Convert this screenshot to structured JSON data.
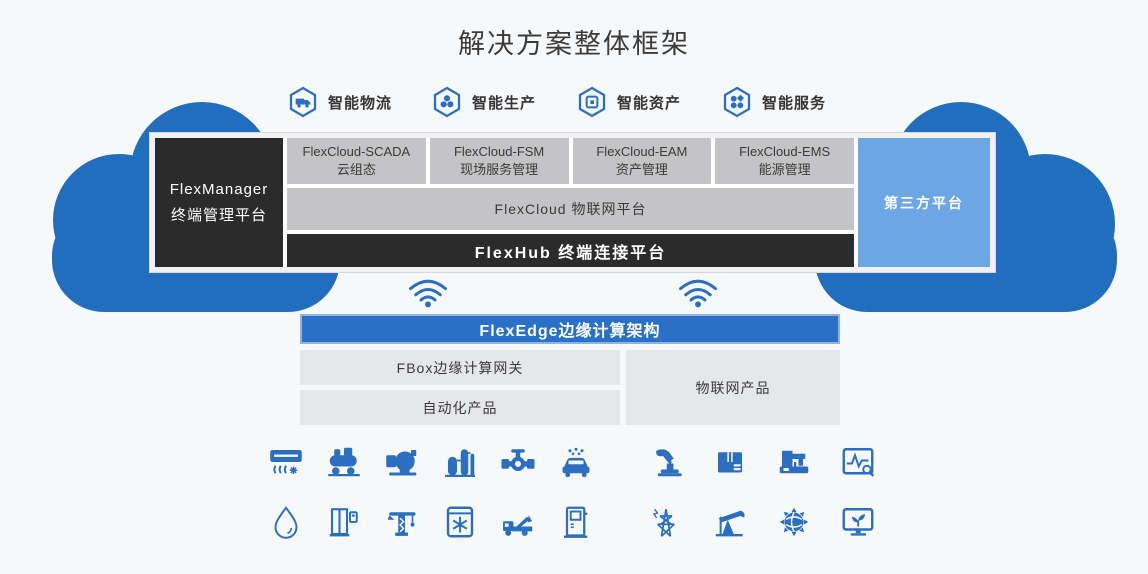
{
  "title": "解决方案整体框架",
  "top_services": [
    {
      "icon": "logistics-truck",
      "label": "智能物流"
    },
    {
      "icon": "smart-production",
      "label": "智能生产"
    },
    {
      "icon": "smart-assets",
      "label": "智能资产"
    },
    {
      "icon": "smart-services",
      "label": "智能服务"
    }
  ],
  "platform": {
    "manager": {
      "line1": "FlexManager",
      "line2": "终端管理平台"
    },
    "apps": [
      {
        "line1": "FlexCloud-SCADA",
        "line2": "云组态"
      },
      {
        "line1": "FlexCloud-FSM",
        "line2": "现场服务管理"
      },
      {
        "line1": "FlexCloud-EAM",
        "line2": "资产管理"
      },
      {
        "line1": "FlexCloud-EMS",
        "line2": "能源管理"
      }
    ],
    "iot_platform_bar": "FlexCloud  物联网平台",
    "hub_bar": "FlexHub  终端连接平台",
    "third_party": "第三方平台"
  },
  "edge": {
    "header": "FlexEdge边缘计算架构",
    "gateway_box": "FBox边缘计算网关",
    "automation_box": "自动化产品",
    "iot_products_box": "物联网产品"
  },
  "devices": {
    "row1": [
      "air-conditioner",
      "air-compressor",
      "pump",
      "chemical-tank",
      "pipe-valve",
      "car-wash",
      "robot-arm",
      "packing-box",
      "machine-tool",
      "monitor-diagnostics"
    ],
    "row2": [
      "water-drop",
      "elevator",
      "tower-crane",
      "cold-storage",
      "crane-truck",
      "charging-kiosk",
      "power-tower",
      "oil-pumpjack",
      "gear-globe",
      "smart-agriculture"
    ]
  },
  "colors": {
    "cloud_blue": "#226ebe",
    "accent_blue": "#2a70c6",
    "third_party_blue": "#6da6e4",
    "dark_box": "#2b2b2b",
    "gray_box": "#c4c4c6",
    "light_gray_box": "#e6e7ea",
    "icon_blue": "#2a6fc0",
    "title_color": "#3b3b3b"
  }
}
